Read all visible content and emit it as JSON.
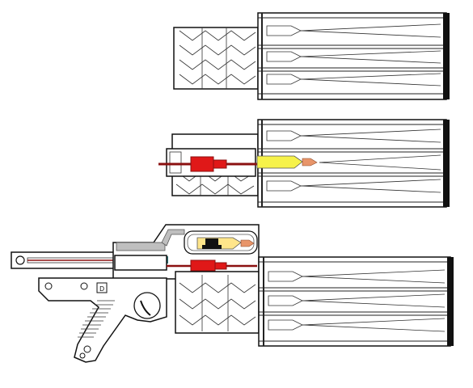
{
  "figure": {
    "labels": [],
    "stages": [
      {
        "id": "top",
        "description": ""
      },
      {
        "id": "middle",
        "description": ""
      },
      {
        "id": "bottom",
        "description": ""
      }
    ]
  },
  "colors": {
    "ink": "#111111",
    "red": "#e01818",
    "dark_red": "#8b1010",
    "cartridge_yellow": "#f6f24a",
    "bullet_copper": "#e8956a",
    "receiver_gray": "#bfbfbf",
    "slot_teal": "#2f6f73",
    "magazine_yellow": "#ffe58a",
    "dark_block": "#111111"
  }
}
